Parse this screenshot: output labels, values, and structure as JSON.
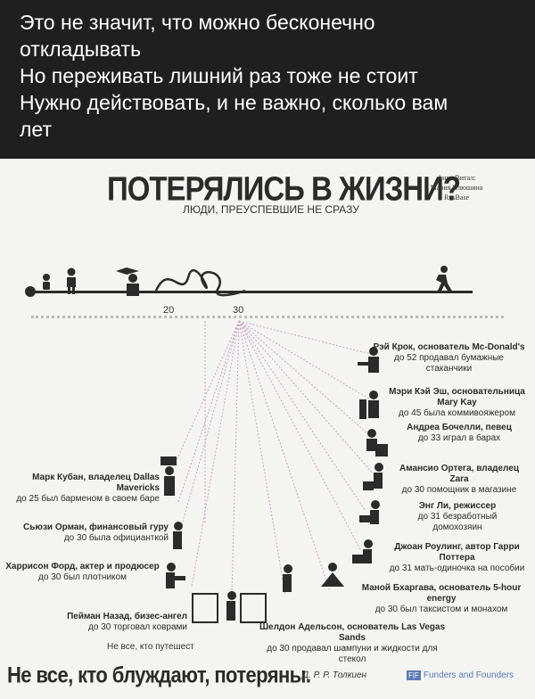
{
  "caption": {
    "lines": [
      "Это не значит, что можно бесконечно",
      "откладывать",
      "Но переживать лишний раз тоже не стоит",
      "Нужно действовать, и не важно, сколько вам",
      "лет"
    ]
  },
  "poster": {
    "title": "ПОТЕРЯЛИСЬ В ЖИЗНИ?",
    "subtitle": "ЛЮДИ, ПРЕУСПЕВШИЕ НЕ СРАЗУ",
    "credits": [
      "Анна Витал:",
      "Мария Илюшина",
      "RusBase"
    ],
    "ages": [
      "20",
      "30"
    ],
    "people_right": [
      {
        "name": "Рэй Крок, основатель Mc-Donald's",
        "note": "до 52 продавал бумажные стаканчики"
      },
      {
        "name": "Мэри Кэй Эш, основательница Mary Kay",
        "note": "до 45 была коммивояжером"
      },
      {
        "name": "Андреа Бочелли, певец",
        "note": "до 33 играл в барах"
      },
      {
        "name": "Амансио Ортега, владелец Zara",
        "note": "до 30 помощник в магазине"
      },
      {
        "name": "Энг Ли, режиссер",
        "note": "до 31 безработный домохозяин"
      },
      {
        "name": "Джоан Роулинг, автор Гарри Поттера",
        "note": "до 31 мать-одиночка на пособии"
      },
      {
        "name": "Маной Бхаргава, основатель 5-hour energy",
        "note": "до 30 был таксистом и монахом"
      },
      {
        "name": "Шелдон Адельсон, основатель Las Vegas Sands",
        "note": "до 30 продавал шампуни и жидкости для стекол"
      }
    ],
    "people_left": [
      {
        "name": "Марк Кубан, владелец Dallas Mavericks",
        "note": "до 25 был барменом в своем баре"
      },
      {
        "name": "Сьюзи Орман, финансовый гуру",
        "note": "до 30 была официанткой"
      },
      {
        "name": "Харрисон Форд, актер и продюсер",
        "note": "до 30 был плотником"
      },
      {
        "name": "Пейман Назад, бизес-ангел",
        "note": "до 30 торговал коврами"
      }
    ],
    "traveler_text": "Не все, кто путешест",
    "footer_quote": "Не все, кто блуждают, потеряны.",
    "footer_author": "Д. Р. Р. Толкиен",
    "footer_brand_logo": "F|F",
    "footer_brand": "Funders and Founders"
  }
}
